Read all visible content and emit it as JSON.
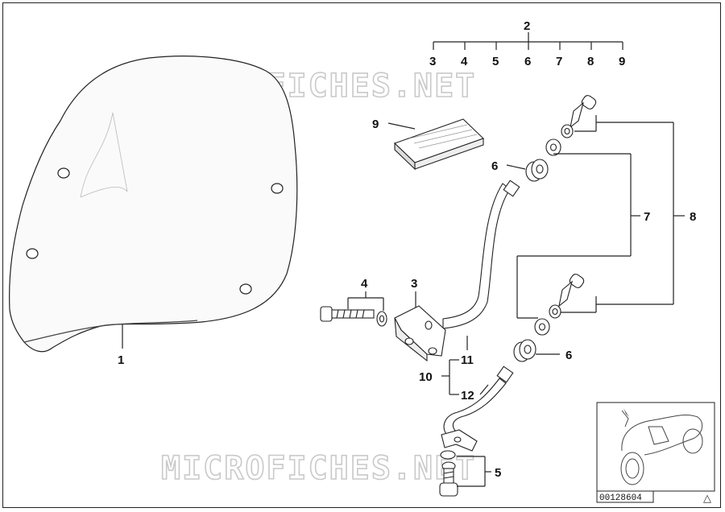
{
  "diagram": {
    "watermark_text": "MICROFICHES.NET",
    "reference_number": "00128604",
    "corner_symbol": "△",
    "callouts": {
      "c1": "1",
      "c2": "2",
      "c3_top": "3",
      "c4_top": "4",
      "c5_top": "5",
      "c6_top": "6",
      "c7_top": "7",
      "c8_top": "8",
      "c9_top": "9",
      "c9_manual": "9",
      "c6_upper": "6",
      "c7_right": "7",
      "c8_right": "8",
      "c4_bolt": "4",
      "c3_bracket": "3",
      "c11": "11",
      "c10": "10",
      "c12": "12",
      "c6_lower": "6",
      "c5_lower": "5"
    },
    "icons": {
      "windscreen": "windscreen-icon",
      "manual": "manual-icon",
      "motorcycle": "motorcycle-thumbnail-icon",
      "warning": "warning-triangle-icon"
    }
  }
}
